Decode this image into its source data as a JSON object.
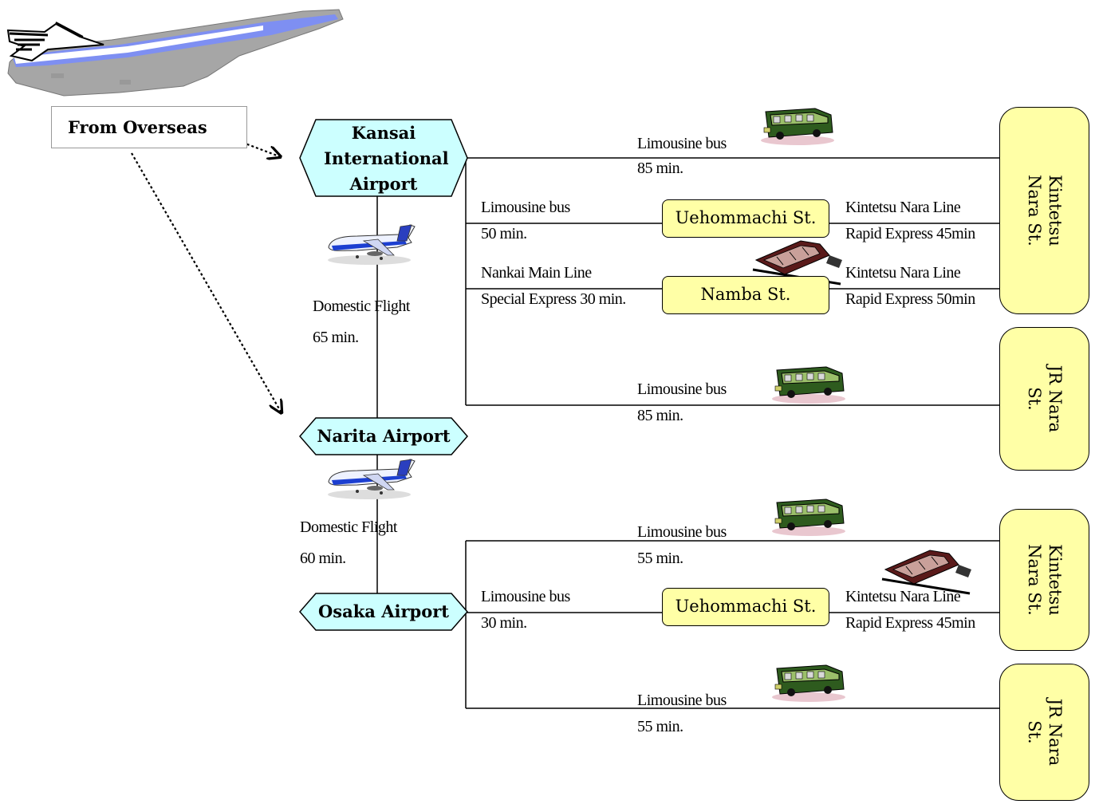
{
  "origin": {
    "label": "From Overseas"
  },
  "airports": {
    "kansai": "Kansai International Airport",
    "narita": "Narita Airport",
    "osaka": "Osaka Airport"
  },
  "flights": [
    {
      "mode": "Domestic Flight",
      "time": "65 min."
    },
    {
      "mode": "Domestic Flight",
      "time": "60 min."
    }
  ],
  "stations": {
    "uehommachi": "Uehommachi St.",
    "namba": "Namba St."
  },
  "destinations": {
    "kintetsu_nara": "Kintetsu Nara St.",
    "jr_nara": "JR Nara St."
  },
  "routes": {
    "kix_kintetsu": {
      "mode": "Limousine bus",
      "time": "85 min."
    },
    "kix_uehommachi": {
      "mode": "Limousine bus",
      "time": "50 min."
    },
    "uehommachi_kintetsu_1": {
      "mode": "Kintetsu Nara Line",
      "time": "Rapid Express 45min"
    },
    "kix_namba": {
      "mode": "Nankai Main Line",
      "time": "Special Express 30 min."
    },
    "namba_kintetsu": {
      "mode": "Kintetsu Nara Line",
      "time": "Rapid Express 50min"
    },
    "kix_jr": {
      "mode": "Limousine bus",
      "time": "85 min."
    },
    "itm_kintetsu": {
      "mode": "Limousine bus",
      "time": "55 min."
    },
    "itm_uehommachi": {
      "mode": "Limousine bus",
      "time": "30 min."
    },
    "uehommachi_kintetsu_2": {
      "mode": "Kintetsu Nara Line",
      "time": "Rapid Express 45min"
    },
    "itm_jr": {
      "mode": "Limousine bus",
      "time": "55 min."
    }
  },
  "colors": {
    "hexagon": "#ccffff",
    "station": "#ffffa6",
    "line": "#000000"
  },
  "icons": [
    "jet-plane-icon",
    "small-plane-icon",
    "bus-icon",
    "train-icon"
  ]
}
